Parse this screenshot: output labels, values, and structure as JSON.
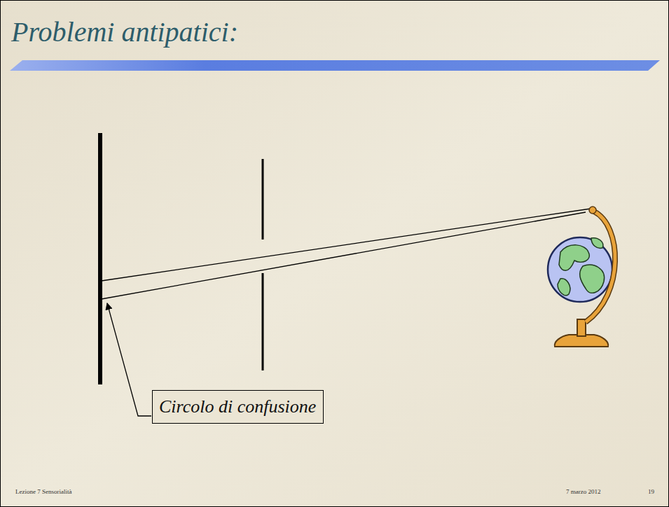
{
  "diagram": {
    "title": "Problemi antipatici:",
    "nodes": [
      {
        "text": [
          "Circolo di confusione"
        ]
      }
    ],
    "labels": [
      "Lezione 7 Sensorialità",
      "7 marzo 2012",
      "19"
    ]
  }
}
